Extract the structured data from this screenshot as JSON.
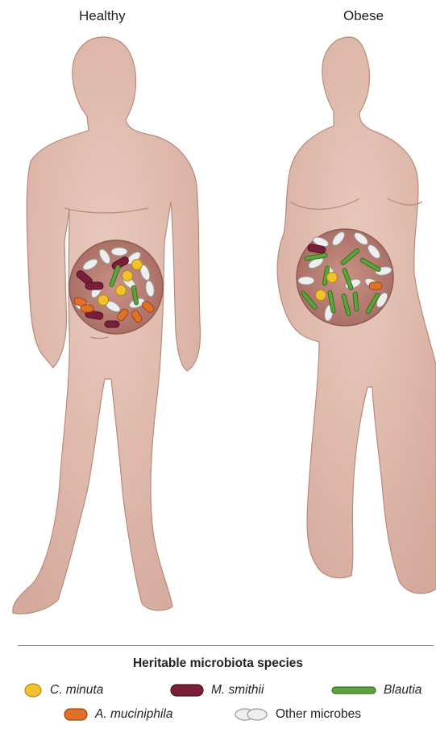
{
  "labels": {
    "healthy": "Healthy",
    "obese": "Obese"
  },
  "legend": {
    "title": "Heritable microbiota species",
    "items": [
      {
        "name": "C. minuta",
        "icon": "c-minuta-swatch-icon",
        "color": "#f2c12e"
      },
      {
        "name": "M. smithii",
        "icon": "m-smithii-swatch-icon",
        "color": "#7a1e3a"
      },
      {
        "name": "Blautia",
        "icon": "blautia-swatch-icon",
        "color": "#5da33b"
      },
      {
        "name": "A. muciniphila",
        "icon": "a-muciniphila-swatch-icon",
        "color": "#e07027"
      },
      {
        "name": "Other microbes",
        "icon": "other-microbes-swatch-icon",
        "color": "#e8e8e8"
      }
    ]
  }
}
